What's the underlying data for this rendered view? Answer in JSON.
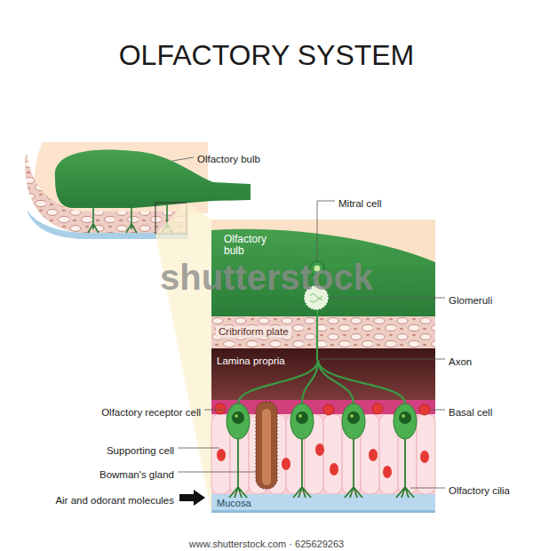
{
  "diagram": {
    "title": "OLFACTORY SYSTEM",
    "nodes": [
      {
        "text": [
          "Olfactory bulb"
        ]
      },
      {
        "text": [
          "Cribriform plate"
        ]
      },
      {
        "text": [
          "Lamina propria"
        ]
      },
      {
        "text": [
          "Mucosa"
        ]
      }
    ],
    "labels": [
      "Olfactory bulb",
      "Mitral cell",
      "Glomeruli",
      "Axon",
      "Basal cell",
      "Olfactory receptor cell",
      "Supporting cell",
      "Bowman's gland",
      "Air and odorant molecules",
      "Olfactory cilia",
      "shutterstock",
      "www.shutterstock.com · 625629263"
    ]
  }
}
